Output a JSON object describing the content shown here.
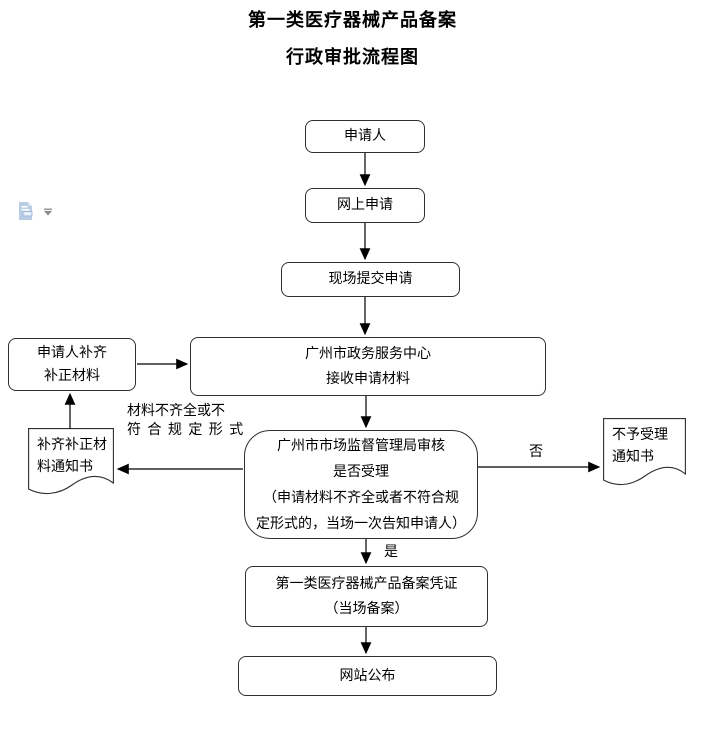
{
  "document": {
    "title_line1": "第一类医疗器械产品备案",
    "title_line2": "行政审批流程图"
  },
  "flowchart": {
    "nodes": {
      "applicant": {
        "label": "申请人"
      },
      "online_apply": {
        "label": "网上申请"
      },
      "onsite_submit": {
        "label": "现场提交申请"
      },
      "service_center": {
        "line1": "广州市政务服务中心",
        "line2": "接收申请材料"
      },
      "supplement_materials": {
        "line1": "申请人补齐",
        "line2": "补正材料"
      },
      "supplement_notice_doc": {
        "line1": "补齐补正材",
        "line2": "料通知书"
      },
      "review": {
        "line1": "广州市市场监督管理局审核",
        "line2": "是否受理",
        "line3": "（申请材料不齐全或者不符合规",
        "line4": "定形式的，当场一次告知申请人）"
      },
      "reject_notice_doc": {
        "line1": "不予受理",
        "line2": "通知书"
      },
      "certificate": {
        "line1": "第一类医疗器械产品备案凭证",
        "line2": "（当场备案）"
      },
      "publish": {
        "label": "网站公布"
      }
    },
    "edge_labels": {
      "incomplete_line1": "材料不齐全或不",
      "incomplete_line2": "符 合 规 定 形 式",
      "no": "否",
      "yes": "是"
    }
  },
  "icons": {
    "paste_options": "paste-options-icon",
    "dropdown": "dropdown-arrow-icon"
  },
  "colors": {
    "box_border": "#2f2f2f",
    "text": "#000000",
    "background": "#ffffff",
    "paste_icon_blue": "#b8cce4",
    "paste_icon_light": "#dce7f5",
    "dropdown_gray": "#8c8c8c"
  }
}
